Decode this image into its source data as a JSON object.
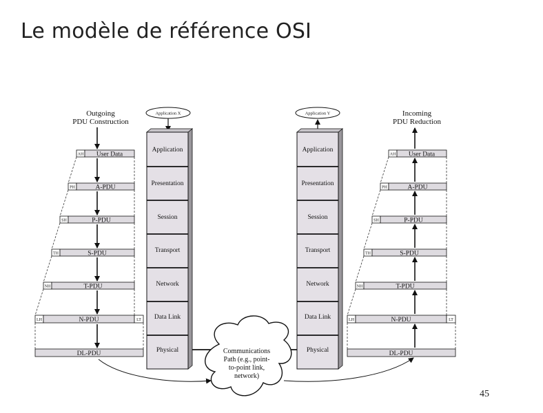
{
  "slide": {
    "title": "Le modèle de référence OSI",
    "page_number": "45"
  },
  "diagram": {
    "left_caption": [
      "Outgoing",
      "PDU Construction"
    ],
    "right_caption": [
      "Incoming",
      "PDU Reduction"
    ],
    "application_left": "Application X",
    "application_right": "Application Y",
    "layers": [
      "Application",
      "Presentation",
      "Session",
      "Transport",
      "Network",
      "Data Link",
      "Physical"
    ],
    "pdus": [
      "User Data",
      "A-PDU",
      "P-PDU",
      "S-PDU",
      "T-PDU",
      "N-PDU",
      "DL-PDU"
    ],
    "headers": [
      "AH",
      "PH",
      "SH",
      "TH",
      "NH",
      "LH"
    ],
    "trailer": "LT",
    "cloud_text": [
      "Communications",
      "Path (e.g., point-",
      "to-point link,",
      "network)"
    ]
  },
  "colors": {
    "layer_fill": "#e4e0e6",
    "pdu_fill": "#dedbe0",
    "line": "#111111"
  }
}
